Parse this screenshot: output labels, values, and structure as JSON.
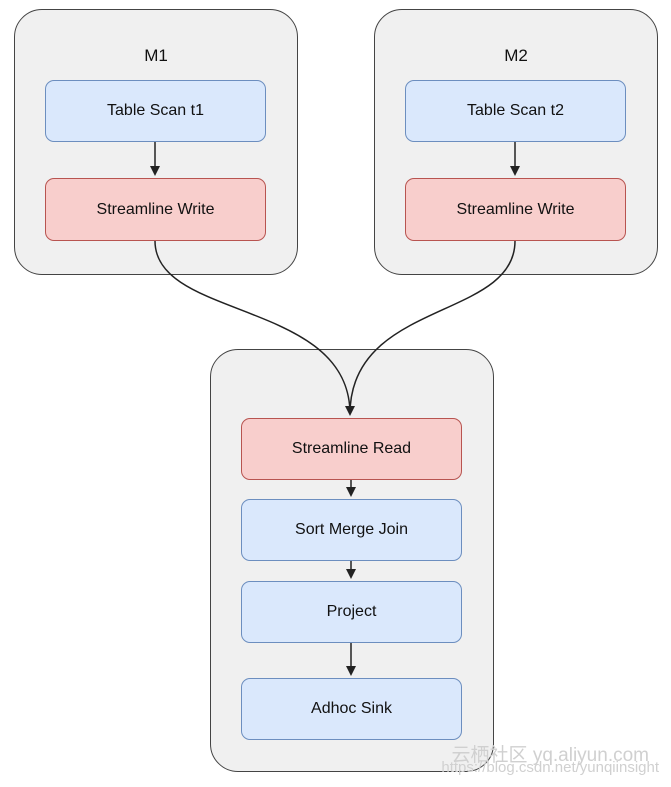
{
  "groups": {
    "m1": {
      "title": "M1",
      "scan_label": "Table Scan t1",
      "write_label": "Streamline Write"
    },
    "m2": {
      "title": "M2",
      "scan_label": "Table Scan t2",
      "write_label": "Streamline Write"
    },
    "reducer": {
      "read_label": "Streamline Read",
      "join_label": "Sort Merge Join",
      "project_label": "Project",
      "sink_label": "Adhoc Sink"
    }
  },
  "colors": {
    "group_fill": "#f0f0f0",
    "scan_fill": "#dae8fc",
    "scan_border": "#6c8ebf",
    "stream_fill": "#f8cecc",
    "stream_border": "#b85450",
    "edge": "#222222"
  },
  "watermark": {
    "line1": "云栖社区 yq.aliyun.com",
    "line2": "https://blog.csdn.net/yunqiinsight"
  }
}
